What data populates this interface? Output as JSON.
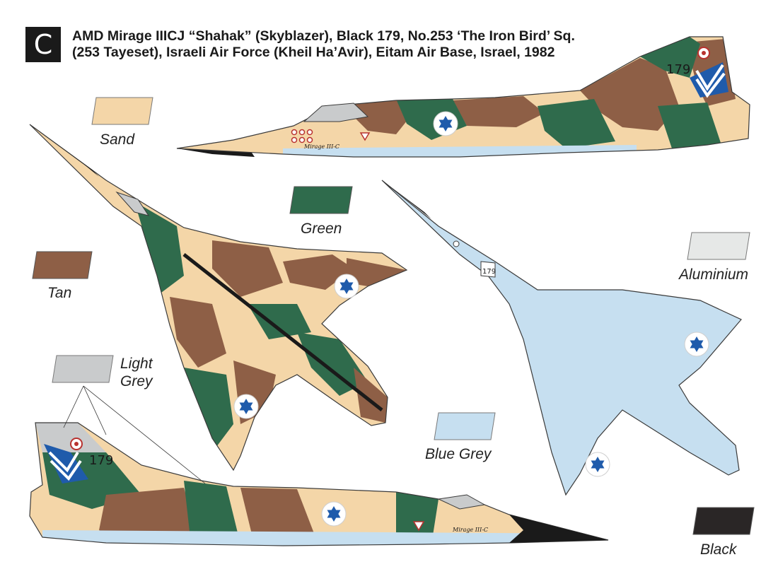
{
  "profile": {
    "letter": "C",
    "title_line1": "AMD Mirage IIICJ “Shahak” (Skyblazer), Black 179, No.253 ‘The Iron Bird’ Sq.",
    "title_line2": "(253 Tayeset), Israeli Air Force (Kheil Ha’Avir), Eitam Air Base, Israel, 1982"
  },
  "aircraft": {
    "serial": "179",
    "nose_script": "Mirage III-C"
  },
  "swatches": [
    {
      "id": "sand",
      "label": "Sand",
      "color": "#f4d6a8"
    },
    {
      "id": "green",
      "label": "Green",
      "color": "#2f6b4c"
    },
    {
      "id": "tan",
      "label": "Tan",
      "color": "#8e5f46"
    },
    {
      "id": "aluminium",
      "label": "Aluminium",
      "color": "#e6e8e7"
    },
    {
      "id": "light-grey",
      "label_line1": "Light",
      "label_line2": "Grey",
      "color": "#c9cbcc"
    },
    {
      "id": "blue-grey",
      "label": "Blue Grey",
      "color": "#c6dff0"
    },
    {
      "id": "black",
      "label": "Black",
      "color": "#2a2626"
    }
  ],
  "colors": {
    "roundel_blue": "#1f5bab",
    "roundel_white": "#ffffff",
    "tail_blue": "#1f5bab",
    "marking_red": "#b8322f",
    "outline": "#3a3a3a"
  }
}
